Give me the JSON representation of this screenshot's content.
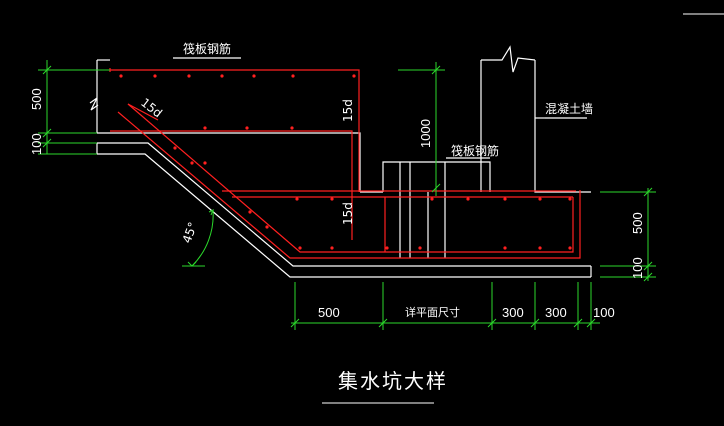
{
  "drawing": {
    "title": "集水坑大样",
    "labels": {
      "raft_rebar_top": "筏板钢筋",
      "raft_rebar_right": "筏板钢筋",
      "concrete_wall": "混凝土墙",
      "anchor_top": "15d",
      "anchor_upper": "15d",
      "anchor_lower": "15d",
      "angle": "45°"
    },
    "dimensions": {
      "left_500": "500",
      "left_100": "100",
      "mid_1000": "1000",
      "right_500": "500",
      "right_100": "100",
      "bottom_500": "500",
      "bottom_plan": "详平面尺寸",
      "bottom_300a": "300",
      "bottom_300b": "300",
      "bottom_100": "100"
    }
  },
  "colors": {
    "background": "#000000",
    "concrete_outline": "#ffffff",
    "rebar": "#ff2020",
    "dimension": "#2bd92b"
  }
}
